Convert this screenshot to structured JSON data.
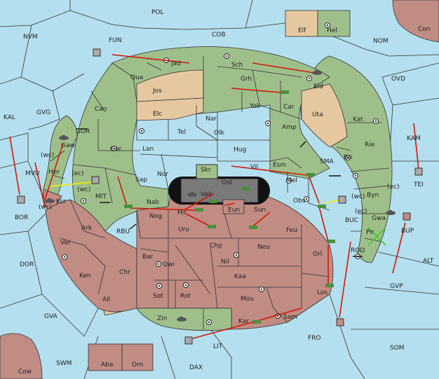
{
  "colors": {
    "sea": "#b4dfee",
    "land_green": "#9fbf8a",
    "land_red": "#c08c84",
    "land_tan": "#e6c8a0",
    "center": "#7a7a7a",
    "order_move": "#d11a0a",
    "order_support": "#f3f000",
    "order_convoy": "#3acb2a"
  },
  "legend": {
    "elf": "Elf",
    "hel": "Hel"
  },
  "labels": {
    "pol": "POL",
    "fun": "FUN",
    "cob": "COB",
    "nvm": "NVM",
    "nom": "NOM",
    "con": "Con",
    "ovd": "OVD",
    "kal": "KAL",
    "gvg": "GVG",
    "gor": "GOR",
    "mvu": "MVU",
    "bor": "BOR",
    "mit": "MIT",
    "rbu": "RBU",
    "dor": "DOR",
    "gva": "GVA",
    "swm": "SWM",
    "cow": "Cow",
    "aba": "Aba",
    "orn": "Orn",
    "dax": "DAX",
    "lit": "LIT",
    "fro": "FRO",
    "som": "SOM",
    "gvp": "GVP",
    "alt": "ALT",
    "rod": "ROD",
    "bup": "BUP",
    "buc": "BUC",
    "sma": "SMA",
    "kam": "KAM",
    "tei": "TEI",
    "jad": "Jad",
    "sch": "Sch",
    "qua": "Qua",
    "grh": "Grh",
    "eld": "Eld",
    "jos": "Jos",
    "can": "Can",
    "yok": "Yok",
    "car": "Car",
    "uta": "Uta",
    "elc": "Elc",
    "nar": "Nar",
    "kat": "Kat",
    "amp": "Amp",
    "tel": "Tel",
    "olk": "Olk",
    "gaw": "Gaw",
    "gur": "Gur",
    "lan": "Lan",
    "hug": "Hug",
    "rie": "Rie",
    "bri": "Bri",
    "her": "Her",
    "wc1": "(wc)",
    "ec1": "(ec)",
    "nor": "Nor",
    "skr": "Skr",
    "vil": "Vil",
    "esm": "Esm",
    "ec2": "(ec)",
    "sap": "Sap",
    "ost": "Ost",
    "mel": "Mel",
    "byn": "Byn",
    "wc2": "(wc)",
    "kor": "Kor",
    "nab": "Nab",
    "veb": "Veb",
    "wc3": "(wc)",
    "hir": "Hir",
    "eun": "Eun",
    "sun": "Sun",
    "obs": "Obs",
    "wc4": "(wc)",
    "gwa": "Gwa",
    "ec3": "(ec)",
    "ark": "Ark",
    "nog": "Nog",
    "uru": "Uru",
    "feu": "Feu",
    "pir": "Pir",
    "ver": "Ver",
    "chp": "Chp",
    "neu": "Neu",
    "orl": "Orl",
    "bar": "Bar",
    "qwi": "Qwi",
    "nil": "Nil",
    "ken": "Ken",
    "chr": "Chr",
    "kaa": "Kaa",
    "ail": "Ail",
    "sot": "Sot",
    "rot": "Rot",
    "mou": "Mou",
    "los": "Los",
    "zin": "Zin",
    "sam": "Sam",
    "kar": "Kar"
  }
}
